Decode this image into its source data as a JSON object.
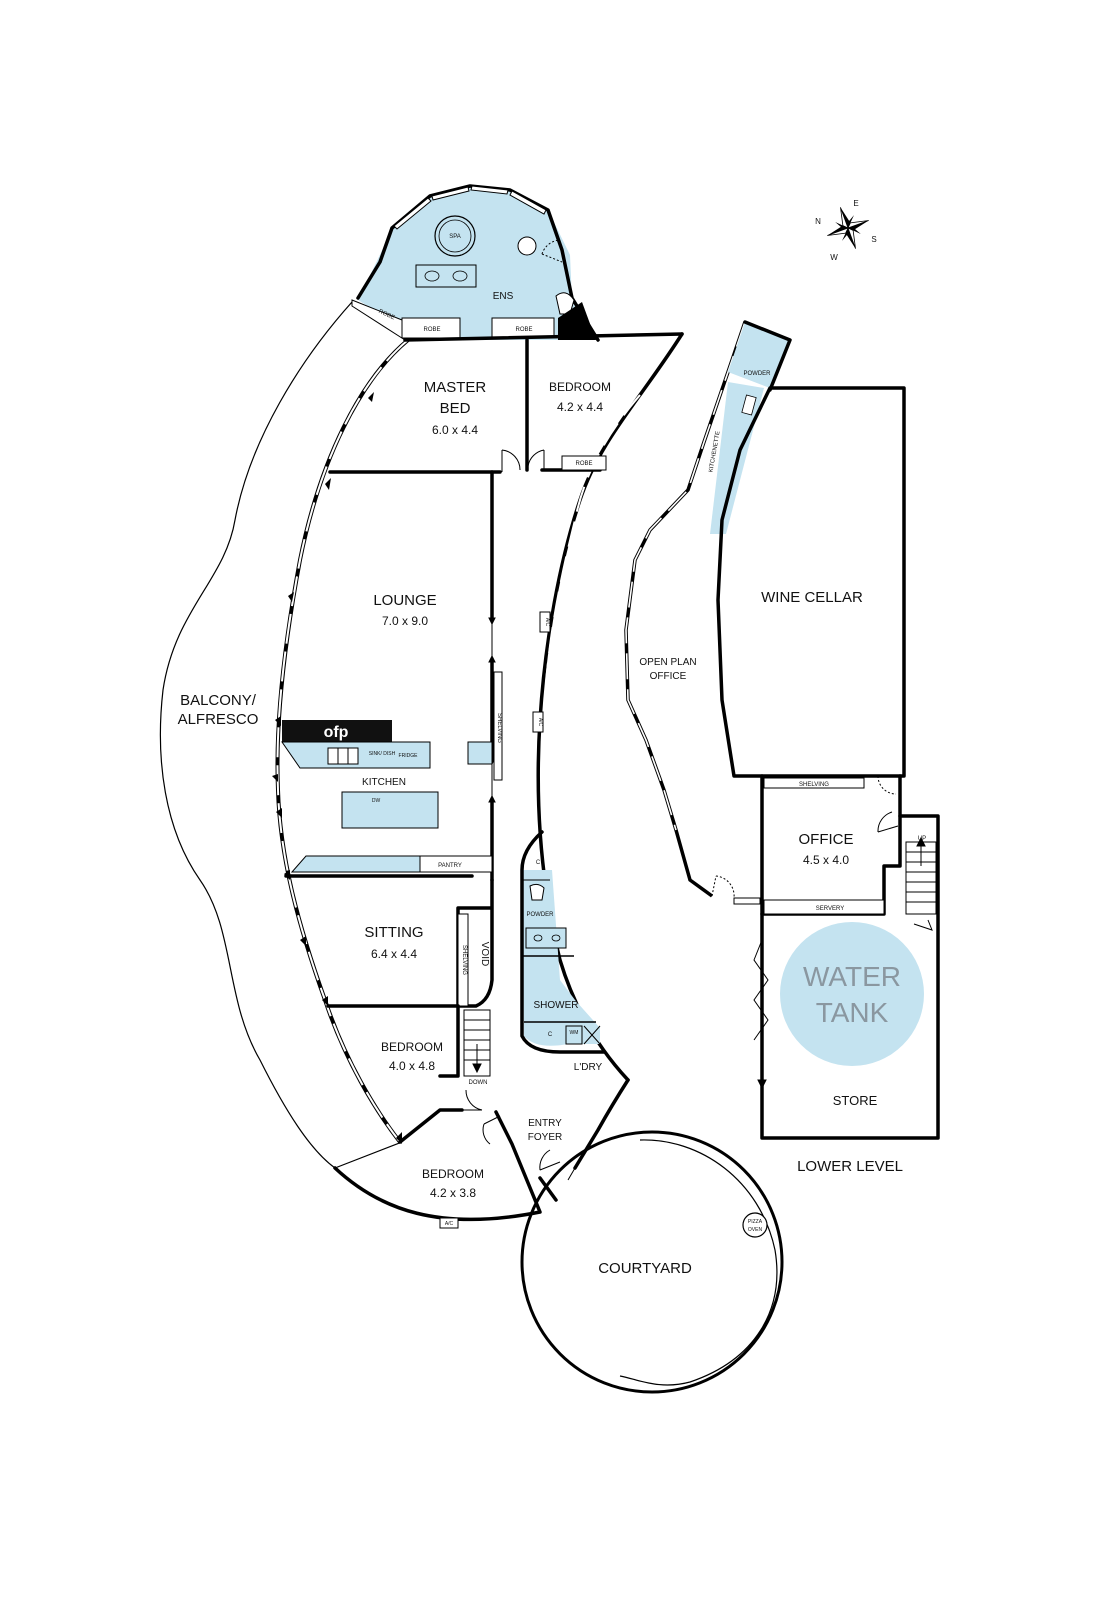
{
  "rooms": {
    "ens": "ENS",
    "spa": "SPA",
    "robe_a": "ROBE",
    "robe_b": "ROBE",
    "robe_c": "ROBE",
    "robe_d": "ROBE",
    "master_bed": {
      "line1": "MASTER",
      "line2": "BED",
      "dims": "6.0 x 4.4"
    },
    "bedroom_1": {
      "name": "BEDROOM",
      "dims": "4.2 x 4.4"
    },
    "lounge": {
      "name": "LOUNGE",
      "dims": "7.0 x 9.0"
    },
    "kitchen": "KITCHEN",
    "pantry": "PANTRY",
    "sitting": {
      "name": "SITTING",
      "dims": "6.4 x 4.4"
    },
    "bedroom_2": {
      "name": "BEDROOM",
      "dims": "4.0 x 4.8"
    },
    "bedroom_3": {
      "name": "BEDROOM",
      "dims": "4.2 x 3.8"
    },
    "balcony": {
      "line1": "BALCONY/",
      "line2": "ALFRESCO"
    },
    "entry": {
      "line1": "ENTRY",
      "line2": "FOYER"
    },
    "courtyard": "COURTYARD",
    "pizza_oven": {
      "line1": "PIZZA",
      "line2": "OVEN"
    },
    "powder_main": "POWDER",
    "shower": "SHOWER",
    "laundry": "L'DRY",
    "cupboard_1": "C",
    "cupboard_2": "C",
    "void": "VOID",
    "shelving_1": "SHELVING",
    "shelving_2": "SHELVING",
    "shelving_3": "SHELVING",
    "down": "DOWN",
    "ac_1": "A/C",
    "ac_2": "A/C",
    "ac_3": "A/C",
    "ofp": "ofp",
    "fridge": "FRIDGE",
    "dw": "DW",
    "sink": "SINK/ DISH",
    "wm": "WM",
    "open_plan": {
      "line1": "OPEN PLAN",
      "line2": "OFFICE"
    },
    "wine_cellar": "WINE CELLAR",
    "powder_lower": "POWDER",
    "kitchenette": "KITCHENETTE",
    "office": {
      "name": "OFFICE",
      "dims": "4.5 x 4.0"
    },
    "servery": "SERVERY",
    "up": "UP",
    "water_tank": {
      "line1": "WATER",
      "line2": "TANK"
    },
    "store": "STORE",
    "lower_level": "LOWER LEVEL"
  },
  "compass": {
    "n": "N",
    "e": "E",
    "s": "S",
    "w": "W"
  },
  "colors": {
    "wet_area": "#c4e3f0",
    "water_tank": "#c4e3f0",
    "water_tank_text": "#8a97a0",
    "walls": "#000000"
  }
}
